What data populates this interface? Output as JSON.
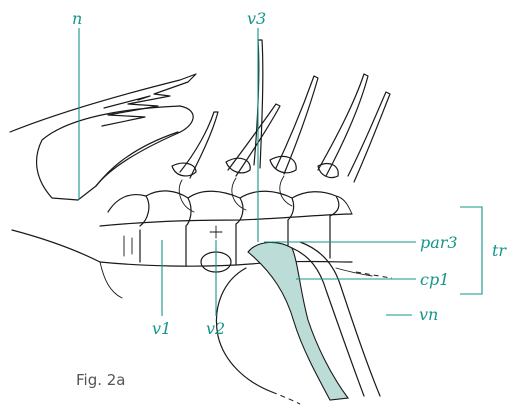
{
  "labels": {
    "n": "n",
    "v3": "v3",
    "par3": "par3",
    "tr": "tr",
    "cp1": "cp1",
    "vn": "vn",
    "v1": "v1",
    "v2": "v2"
  },
  "caption": "Fig. 2a",
  "colors": {
    "accent": "#14958a",
    "fill": "#bcdcd7",
    "ink": "#1a1a1a"
  }
}
